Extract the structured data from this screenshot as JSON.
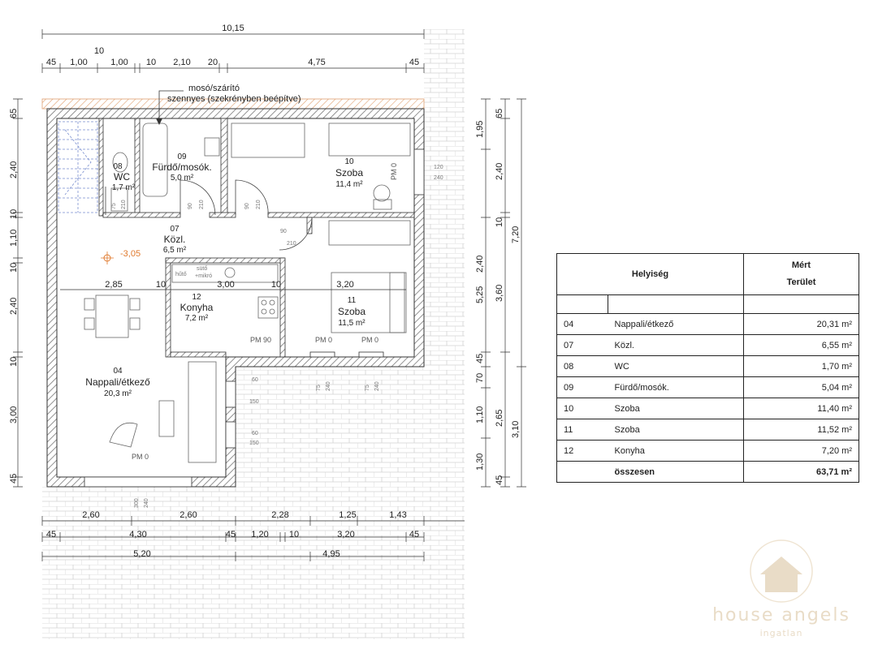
{
  "plan": {
    "dims_top": {
      "overall": "10,15",
      "stair_gap": "10",
      "segments": [
        "45",
        "1,00",
        "1,00",
        "10",
        "2,10",
        "20",
        "4,75",
        "45"
      ]
    },
    "dims_bottom": {
      "row1": [
        "2,60",
        "2,60",
        "2,28",
        "1,25",
        "1,43"
      ],
      "row2": [
        "45",
        "4,30",
        "45",
        "1,20",
        "10",
        "3,20",
        "45"
      ],
      "row3": [
        "5,20",
        "4,95"
      ]
    },
    "dims_left": [
      "65",
      "2,40",
      "10",
      "1,10",
      "10",
      "2,40",
      "10",
      "3,00",
      "45"
    ],
    "dims_right_inner": [
      "1,95",
      "2,40",
      "5,25",
      "45",
      "70",
      "1,10",
      "1,30"
    ],
    "dims_right_mid": [
      "65",
      "2,40",
      "10",
      "3,60",
      "2,65",
      "45"
    ],
    "dims_right_outer": [
      "7,20",
      "3,10"
    ],
    "interior_dims": [
      "2,85",
      "10",
      "3,00",
      "10",
      "3,20"
    ],
    "notes": [
      "mosó/szárító",
      "szennyes (szekrényben beépítve)"
    ],
    "level_mark": "-3,05",
    "appliance_labels": [
      "hűtő",
      "sütő",
      "+mikró"
    ],
    "rooms": [
      {
        "no": "08",
        "name": "WC",
        "area": "1,7 m²"
      },
      {
        "no": "09",
        "name": "Fürdő/mosók.",
        "area": "5,0 m²"
      },
      {
        "no": "10",
        "name": "Szoba",
        "area": "11,4 m²"
      },
      {
        "no": "07",
        "name": "Közl.",
        "area": "6,5 m²"
      },
      {
        "no": "12",
        "name": "Konyha",
        "area": "7,2 m²"
      },
      {
        "no": "11",
        "name": "Szoba",
        "area": "11,5 m²"
      },
      {
        "no": "04",
        "name": "Nappali/étkező",
        "area": "20,3 m²"
      }
    ],
    "door_labels": [
      {
        "w": "90",
        "h": "210"
      },
      {
        "w": "90",
        "h": "210"
      },
      {
        "w": "75",
        "h": "210"
      },
      {
        "w": "90",
        "h": "210"
      }
    ],
    "window_labels": [
      {
        "w": "120",
        "h": "240"
      },
      {
        "w": "75",
        "h": "240"
      },
      {
        "w": "75",
        "h": "240"
      },
      {
        "w": "60",
        "h": "150"
      },
      {
        "w": "60",
        "h": "150"
      },
      {
        "w": "300",
        "h": "240"
      }
    ],
    "pm_labels": [
      "PM 0",
      "PM 90",
      "PM 0",
      "PM 0",
      "PM 0"
    ]
  },
  "table": {
    "header": {
      "col1": "Helyiség",
      "col2_line1": "Mért",
      "col2_line2": "Terület"
    },
    "rows": [
      {
        "no": "04",
        "name": "Nappali/étkező",
        "area": "20,31 m²"
      },
      {
        "no": "07",
        "name": "Közl.",
        "area": "6,55 m²"
      },
      {
        "no": "08",
        "name": "WC",
        "area": "1,70 m²"
      },
      {
        "no": "09",
        "name": "Fürdő/mosók.",
        "area": "5,04 m²"
      },
      {
        "no": "10",
        "name": "Szoba",
        "area": "11,40 m²"
      },
      {
        "no": "11",
        "name": "Szoba",
        "area": "11,52 m²"
      },
      {
        "no": "12",
        "name": "Konyha",
        "area": "7,20 m²"
      }
    ],
    "total": {
      "label": "összesen",
      "area": "63,71 m²"
    }
  },
  "logo": {
    "brand": "house angels",
    "sub": "ingatlan"
  },
  "colors": {
    "wall_hatch": "#777777",
    "pavement": "#cccccc",
    "level_mark": "#e07a2e",
    "stair": "#7a8fd0",
    "logo": "#e9dcc7"
  }
}
